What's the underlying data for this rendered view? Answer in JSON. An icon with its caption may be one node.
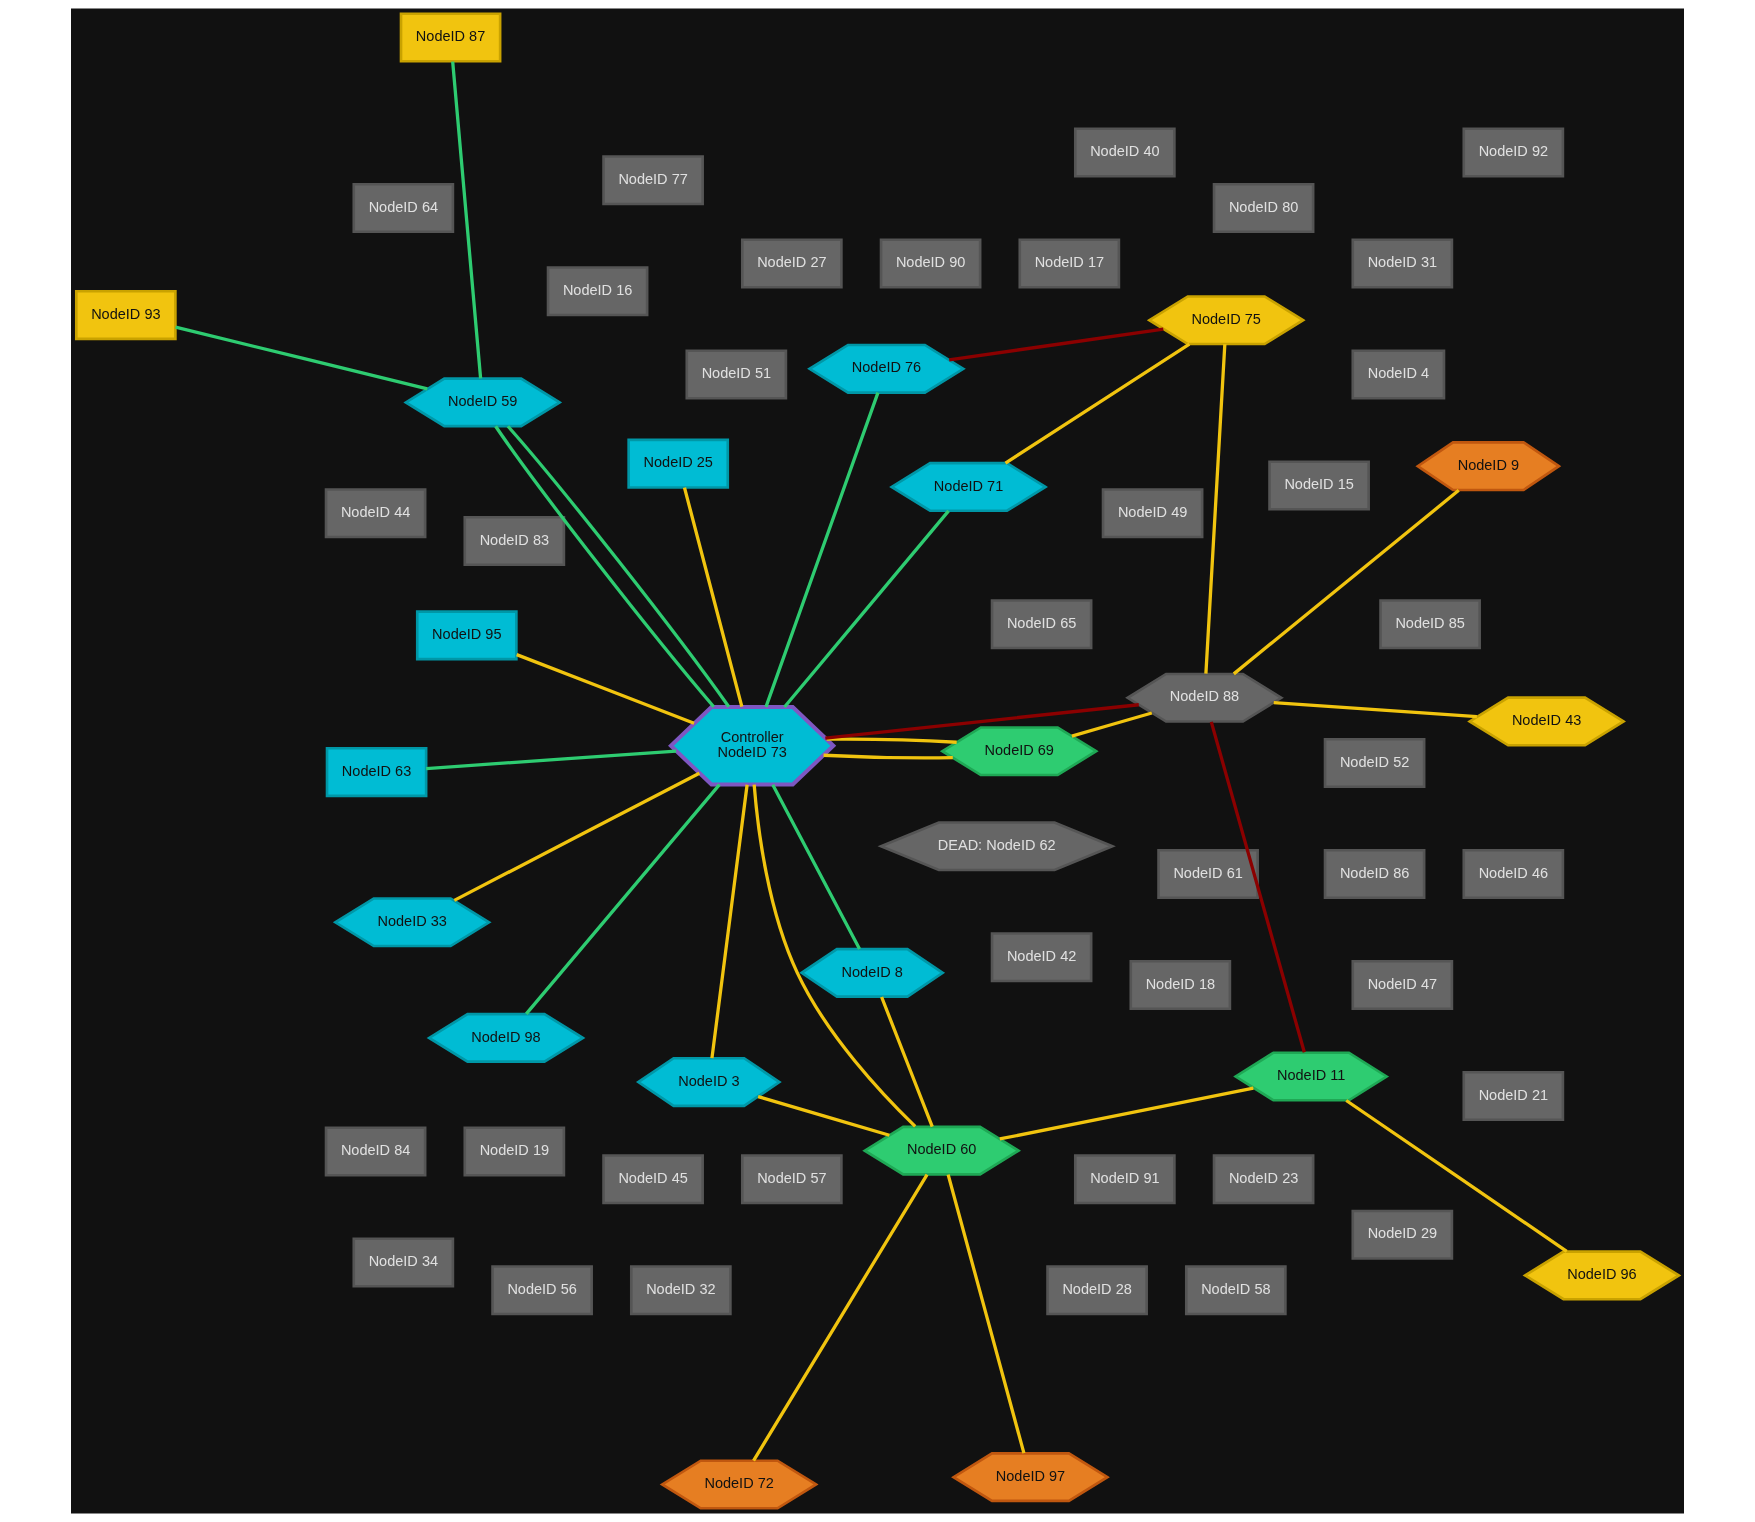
{
  "diagram": {
    "nodes": [
      {
        "text": [
          "NodeID 65"
        ]
      },
      {
        "text": [
          "NodeID 42"
        ]
      },
      {
        "text": [
          "NodeID 49"
        ]
      },
      {
        "text": [
          "NodeID 18"
        ]
      },
      {
        "text": [
          "NodeID 72"
        ]
      },
      {
        "text": [
          "NodeID 61"
        ]
      },
      {
        "text": [
          "NodeID 97"
        ]
      },
      {
        "text": [
          "NodeID 51"
        ]
      },
      {
        "text": [
          "NodeID 15"
        ]
      },
      {
        "text": [
          "NodeID 83"
        ]
      },
      {
        "text": [
          "NodeID 19"
        ]
      },
      {
        "text": [
          "NodeID 91"
        ]
      },
      {
        "text": [
          "NodeID 60"
        ]
      },
      {
        "text": [
          "NodeID 23"
        ]
      },
      {
        "text": [
          "NodeID 96"
        ]
      },
      {
        "text": [
          "NodeID 8"
        ]
      },
      {
        "text": [
          "NodeID 95"
        ]
      },
      {
        "text": [
          "NodeID 3"
        ]
      },
      {
        "text": [
          "NodeID 11"
        ]
      },
      {
        "text": [
          "NodeID 86"
        ]
      },
      {
        "text": [
          "NodeID 52"
        ]
      },
      {
        "text": [
          "NodeID 16"
        ]
      },
      {
        "text": [
          "NodeID 45"
        ]
      },
      {
        "text": [
          "NodeID 57"
        ]
      },
      {
        "text": [
          "NodeID 47"
        ]
      },
      {
        "text": [
          "NodeID 98"
        ]
      },
      {
        "text": [
          "NodeID 69"
        ]
      },
      {
        "text": [
          "NodeID 4"
        ]
      },
      {
        "text": [
          "DEAD: NodeID 62"
        ]
      },
      {
        "text": [
          "Controller",
          "NodeID 73"
        ]
      },
      {
        "text": [
          "NodeID 33"
        ]
      },
      {
        "text": [
          "NodeID 9"
        ]
      },
      {
        "text": [
          "NodeID 88"
        ]
      },
      {
        "text": [
          "NodeID 31"
        ]
      },
      {
        "text": [
          "NodeID 76"
        ]
      },
      {
        "text": [
          "NodeID 71"
        ]
      },
      {
        "text": [
          "NodeID 17"
        ]
      },
      {
        "text": [
          "NodeID 43"
        ]
      },
      {
        "text": [
          "NodeID 90"
        ]
      },
      {
        "text": [
          "NodeID 25"
        ]
      },
      {
        "text": [
          "NodeID 63"
        ]
      },
      {
        "text": [
          "NodeID 27"
        ]
      },
      {
        "text": [
          "NodeID 29"
        ]
      },
      {
        "text": [
          "NodeID 59"
        ]
      },
      {
        "text": [
          "NodeID 75"
        ]
      },
      {
        "text": [
          "NodeID 85"
        ]
      },
      {
        "text": [
          "NodeID 93"
        ]
      },
      {
        "text": [
          "NodeID 80"
        ]
      },
      {
        "text": [
          "NodeID 64"
        ]
      },
      {
        "text": [
          "NodeID 34"
        ]
      },
      {
        "text": [
          "NodeID 28"
        ]
      },
      {
        "text": [
          "NodeID 87"
        ]
      },
      {
        "text": [
          "NodeID 58"
        ]
      },
      {
        "text": [
          "NodeID 77"
        ]
      },
      {
        "text": [
          "NodeID 44"
        ]
      },
      {
        "text": [
          "NodeID 84"
        ]
      },
      {
        "text": [
          "NodeID 56"
        ]
      },
      {
        "text": [
          "NodeID 32"
        ]
      },
      {
        "text": [
          "NodeID 21"
        ]
      },
      {
        "text": [
          "NodeID 46"
        ]
      },
      {
        "text": [
          "NodeID 92"
        ]
      },
      {
        "text": [
          "NodeID 40"
        ]
      }
    ],
    "edges": [
      {
        "from": 12,
        "to": 6,
        "arrow": "none"
      },
      {
        "from": 12,
        "to": 4,
        "arrow": "none"
      },
      {
        "from": 12,
        "to": 15,
        "arrow": "none"
      },
      {
        "from": 12,
        "to": 17,
        "arrow": "none"
      },
      {
        "from": 12,
        "to": 29,
        "arrow": "none"
      },
      {
        "from": 12,
        "to": 18,
        "arrow": "none"
      },
      {
        "from": 18,
        "to": 14,
        "arrow": "none"
      },
      {
        "from": 18,
        "to": 32,
        "arrow": "none",
        "color": "#8b0000"
      },
      {
        "from": 29,
        "to": 15,
        "arrow": "none",
        "color": "#2ecc71"
      },
      {
        "from": 29,
        "to": 17,
        "arrow": "none"
      },
      {
        "from": 29,
        "to": 16,
        "arrow": "none"
      },
      {
        "from": 29,
        "to": 25,
        "arrow": "none",
        "color": "#2ecc71"
      },
      {
        "from": 29,
        "to": 30,
        "arrow": "none"
      },
      {
        "from": 29,
        "to": 26,
        "arrow": "none"
      },
      {
        "from": 29,
        "to": 26,
        "arrow": "none"
      },
      {
        "from": 29,
        "to": 32,
        "arrow": "none",
        "color": "#8b0000"
      },
      {
        "from": 26,
        "to": 32,
        "arrow": "none"
      },
      {
        "from": 32,
        "to": 31,
        "arrow": "none"
      },
      {
        "from": 32,
        "to": 37,
        "arrow": "none"
      },
      {
        "from": 32,
        "to": 44,
        "arrow": "none"
      },
      {
        "from": 29,
        "to": 34,
        "arrow": "none",
        "color": "#2ecc71"
      },
      {
        "from": 29,
        "to": 43,
        "arrow": "none",
        "color": "#2ecc71"
      },
      {
        "from": 29,
        "to": 43,
        "arrow": "none",
        "color": "#2ecc71"
      },
      {
        "from": 29,
        "to": 39,
        "arrow": "none"
      },
      {
        "from": 29,
        "to": 40,
        "arrow": "none",
        "color": "#2ecc71"
      },
      {
        "from": 29,
        "to": 35,
        "arrow": "none",
        "color": "#2ecc71"
      },
      {
        "from": 35,
        "to": 44,
        "arrow": "none"
      },
      {
        "from": 34,
        "to": 44,
        "arrow": "none",
        "color": "#8b0000"
      },
      {
        "from": 43,
        "to": 46,
        "arrow": "none",
        "color": "#2ecc71"
      },
      {
        "from": 43,
        "to": 51,
        "arrow": "none",
        "color": "#2ecc71"
      }
    ]
  }
}
